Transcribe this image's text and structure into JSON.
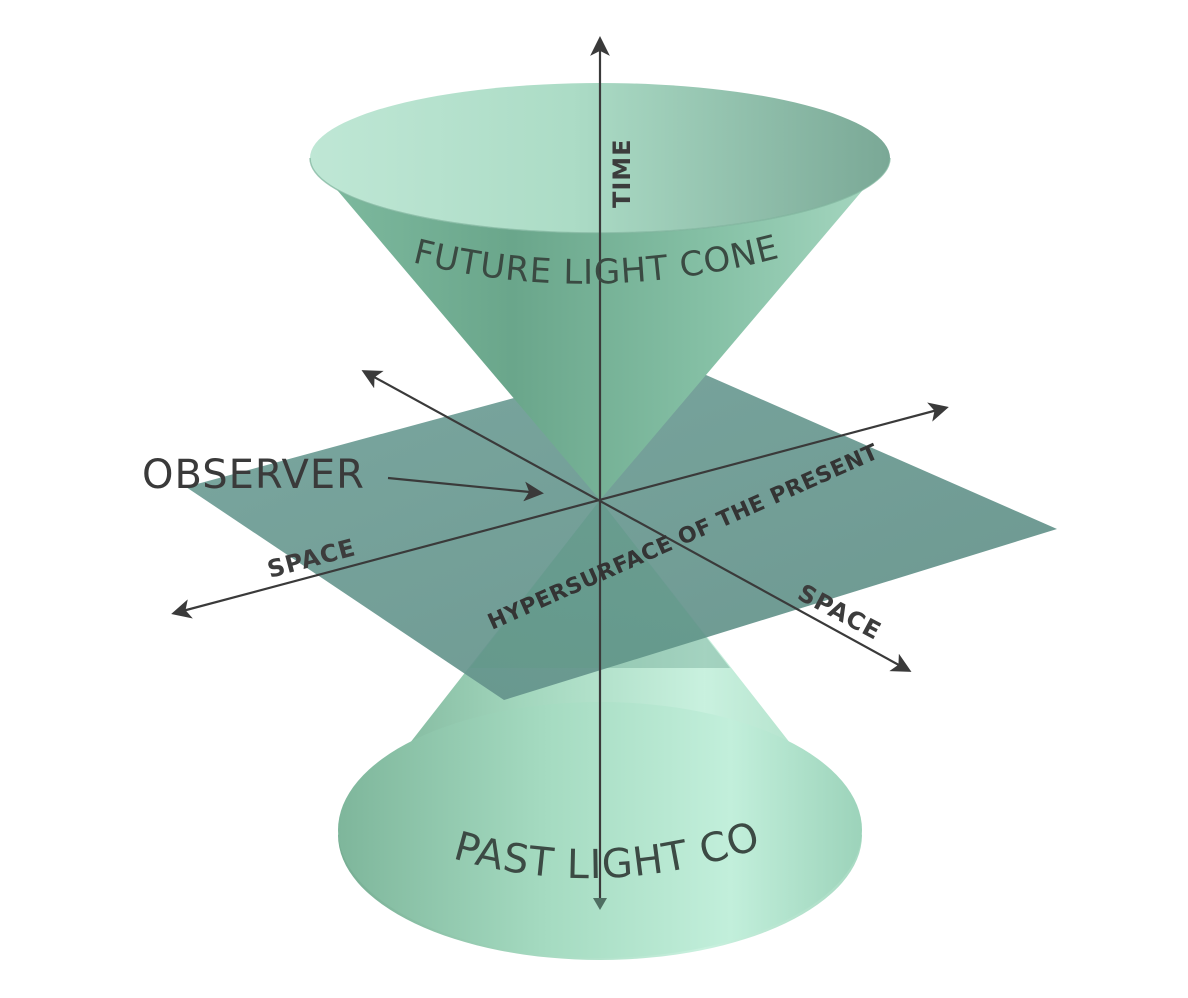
{
  "labels": {
    "time": "TIME",
    "future_light_cone": "FUTURE LIGHT CONE",
    "past_light_cone": "PAST LIGHT CONE",
    "observer": "OBSERVER",
    "space_left": "SPACE",
    "space_right": "SPACE",
    "hypersurface": "HYPERSURFACE OF THE PRESENT"
  },
  "colors": {
    "cone_dark": "#5f9e85",
    "cone_mid": "#8fcab0",
    "cone_light": "#bfeedd",
    "plane": "#6a9a92",
    "axis": "#3a3a3a"
  }
}
